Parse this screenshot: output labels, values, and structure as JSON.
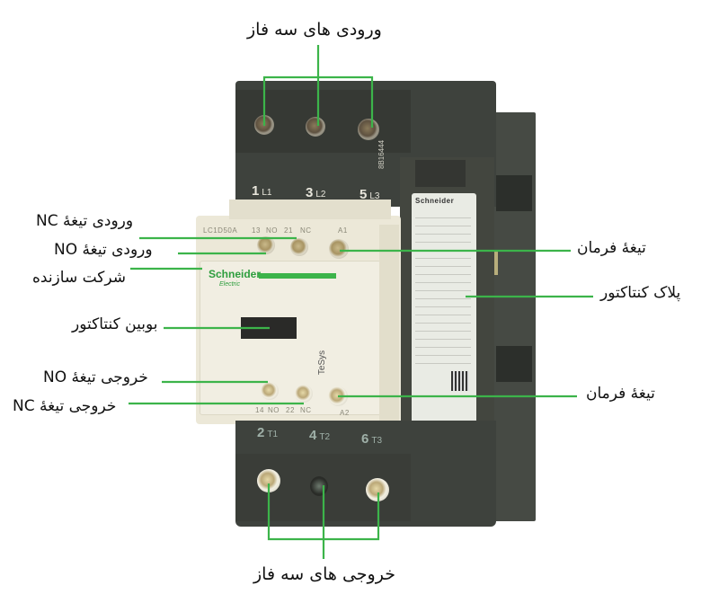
{
  "figure": {
    "subject": "Schneider Electric TeSys contactor (LC1D50A)",
    "leader_color": "#3cb44a",
    "device_colors": {
      "housing": "#3e423d",
      "aux_block": "#ece8d8",
      "brand_green": "#2e9e3e"
    }
  },
  "labels": {
    "three_phase_inputs": "ورودی های سه فاز",
    "nc_blade_input": "ورودی تیغهٔ NC",
    "no_blade_input": "ورودی تیغهٔ NO",
    "manufacturer": "شرکت سازنده",
    "coil": "بوبین کنتاکتور",
    "no_blade_output": "خروجی تیغهٔ NO",
    "nc_blade_output": "خروجی تیغهٔ NC",
    "command_blade_top": "تیغهٔ فرمان",
    "nameplate": "پلاک کنتاکتور",
    "command_blade_bottom": "تیغهٔ فرمان",
    "three_phase_outputs": "خروجی های سه فاز"
  },
  "device_markings": {
    "top_terminals": [
      {
        "num": "1",
        "name": "L1"
      },
      {
        "num": "3",
        "name": "L2"
      },
      {
        "num": "5",
        "name": "L3"
      }
    ],
    "bottom_terminals": [
      {
        "num": "2",
        "name": "T1"
      },
      {
        "num": "4",
        "name": "T2"
      },
      {
        "num": "6",
        "name": "T3"
      }
    ],
    "serial": "8B16444",
    "model": "LC1D50A",
    "aux_top": [
      "13",
      "NO",
      "21",
      "NC",
      "A1"
    ],
    "aux_bottom": [
      "14",
      "NO",
      "22",
      "NC",
      "A2"
    ],
    "brand": "Schneider",
    "brand_sub": "Electric",
    "series": "TeSys",
    "plate_brand": "Schneider"
  }
}
